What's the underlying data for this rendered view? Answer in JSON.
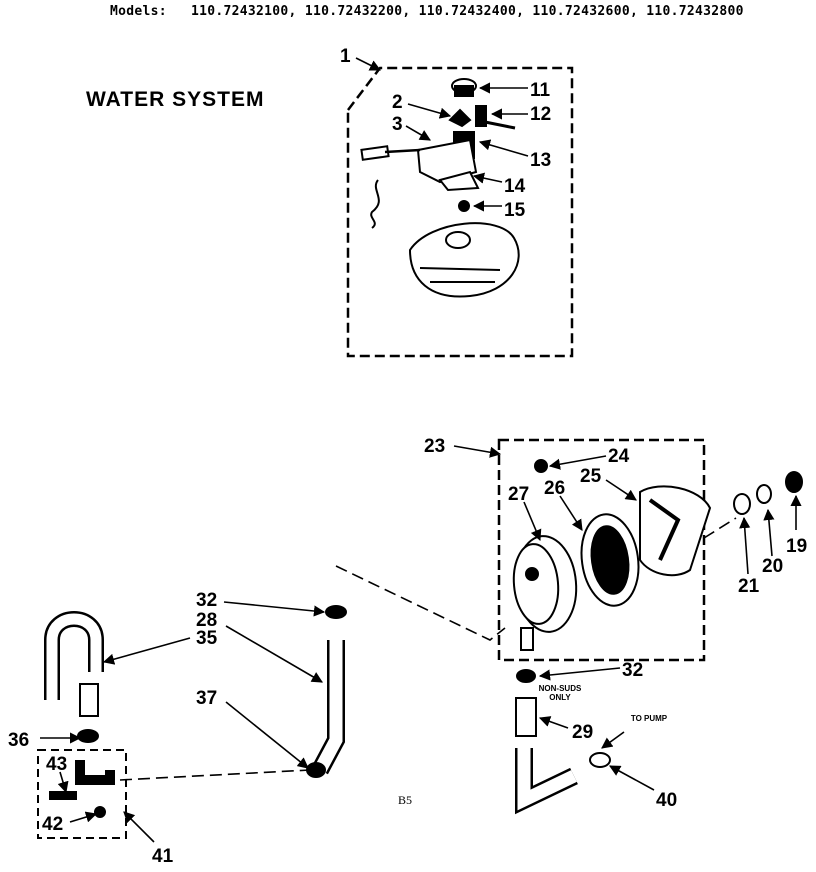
{
  "header": {
    "models_label": "Models:",
    "models": [
      "110.72432100,",
      "110.72432200,",
      "110.72432400,",
      "110.72432600,",
      "110.72432800"
    ]
  },
  "title": "WATER SYSTEM",
  "page_code": "B5",
  "notes": {
    "non_sud": "NON-SUDS ONLY",
    "to_pump": "TO PUMP"
  },
  "part_numbers": [
    "1",
    "2",
    "3",
    "11",
    "12",
    "13",
    "14",
    "15",
    "23",
    "24",
    "25",
    "26",
    "27",
    "19",
    "20",
    "21",
    "32",
    "28",
    "35",
    "37",
    "36",
    "43",
    "42",
    "41",
    "29",
    "40"
  ]
}
